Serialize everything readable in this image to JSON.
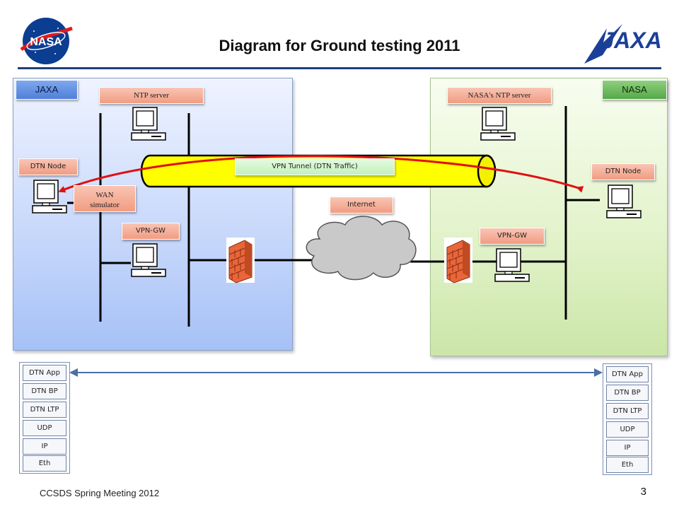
{
  "title": "Diagram for Ground testing 2011",
  "logos": {
    "left": "NASA",
    "right": "JAXA"
  },
  "zones": {
    "jaxa_label": "JAXA",
    "nasa_label": "NASA"
  },
  "labels": {
    "ntp_server": "NTP server",
    "nasa_ntp_server": "NASA's NTP server",
    "dtn_node_left": "DTN Node",
    "dtn_node_right": "DTN Node",
    "wan_line1": "WAN",
    "wan_line2": "simulator",
    "vpn_gw_left": "VPN-GW",
    "vpn_gw_right": "VPN-GW",
    "vpn_tunnel": "VPN Tunnel (DTN Traffic)",
    "internet": "Internet"
  },
  "protocol_stack": [
    "DTN App",
    "DTN BP",
    "DTN LTP",
    "UDP",
    "IP",
    "Eth"
  ],
  "footer": "CCSDS Spring Meeting 2012",
  "page_number": "3",
  "colors": {
    "nasa_blue": "#0b3d91",
    "jaxa_blue": "#1b3f99",
    "tunnel": "#ffff00",
    "arrow_red": "#e01010"
  }
}
